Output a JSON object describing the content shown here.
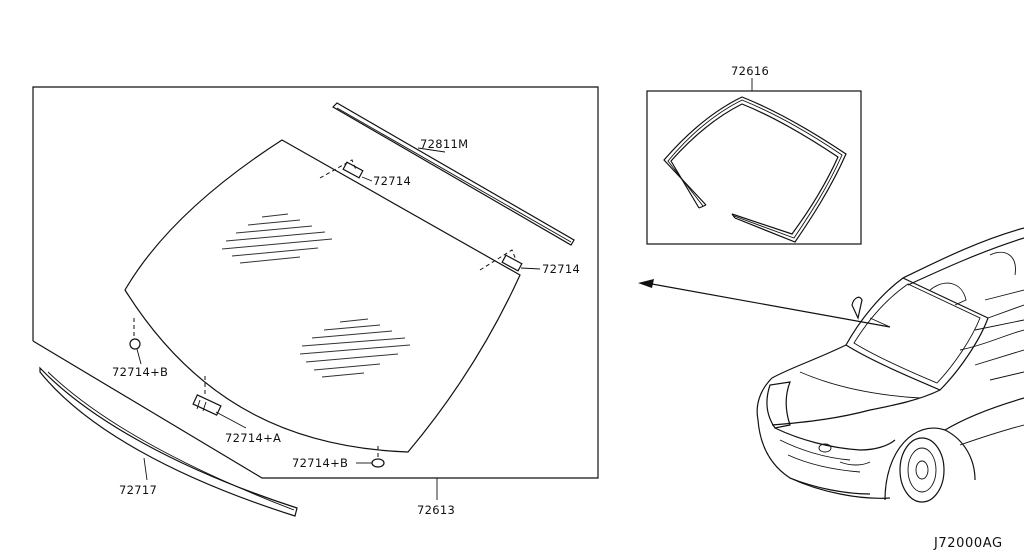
{
  "diagram": {
    "drawing_code": "J72000AG",
    "parts": {
      "weatherstrip": "72616",
      "moulding_top": "72811M",
      "clip_upper_1": "72714",
      "clip_upper_2": "72714",
      "clip_b_left": "72714+B",
      "clip_a": "72714+A",
      "clip_b_bottom": "72714+B",
      "cowl_moulding": "72717",
      "windshield_glass": "72613"
    }
  }
}
